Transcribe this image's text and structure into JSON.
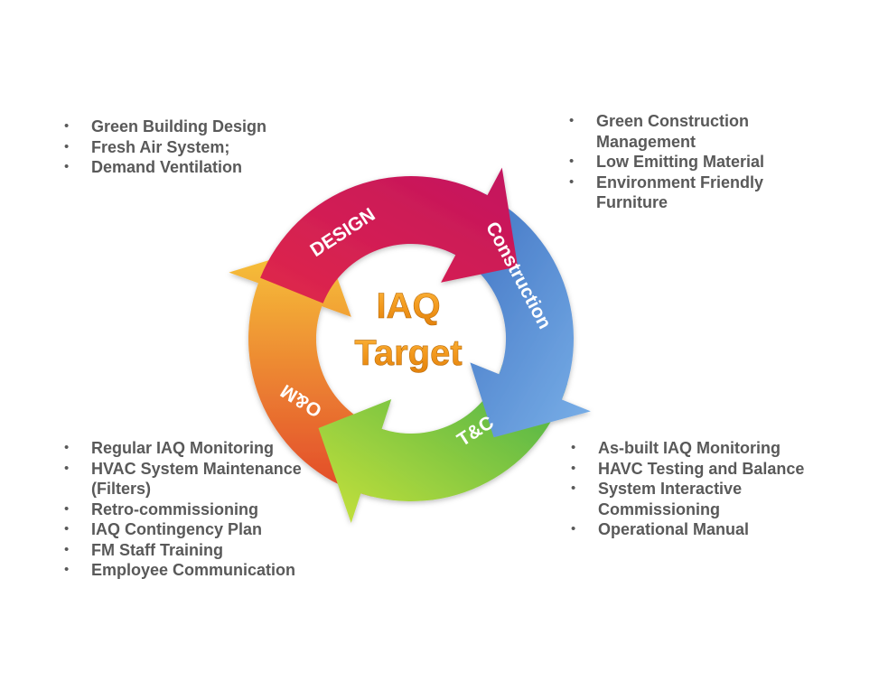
{
  "center": {
    "line1": "IAQ",
    "line2": "Target"
  },
  "stages": {
    "design": {
      "label": "DESIGN",
      "color_start": "#e0284a",
      "color_end": "#c2135f",
      "items": [
        "Green Building Design",
        "Fresh Air System;",
        "Demand Ventilation"
      ]
    },
    "construction": {
      "label": "Construction",
      "color_start": "#3b6ec0",
      "color_end": "#7ab0e8",
      "items": [
        "Green Construction Management",
        "Low Emitting Material",
        "Environment Friendly Furniture"
      ]
    },
    "tc": {
      "label": "T&C",
      "color_start": "#3fae49",
      "color_end": "#c9e23a",
      "items": [
        "As-built IAQ Monitoring",
        "HAVC Testing and Balance",
        "System Interactive Commissioning",
        "Operational Manual"
      ]
    },
    "om": {
      "label": "O&M",
      "color_start": "#e2472a",
      "color_end": "#f7c63a",
      "items": [
        "Regular IAQ Monitoring",
        "HVAC System Maintenance (Filters)",
        "Retro-commissioning",
        "IAQ Contingency Plan",
        "FM Staff Training",
        "Employee Communication"
      ]
    }
  }
}
